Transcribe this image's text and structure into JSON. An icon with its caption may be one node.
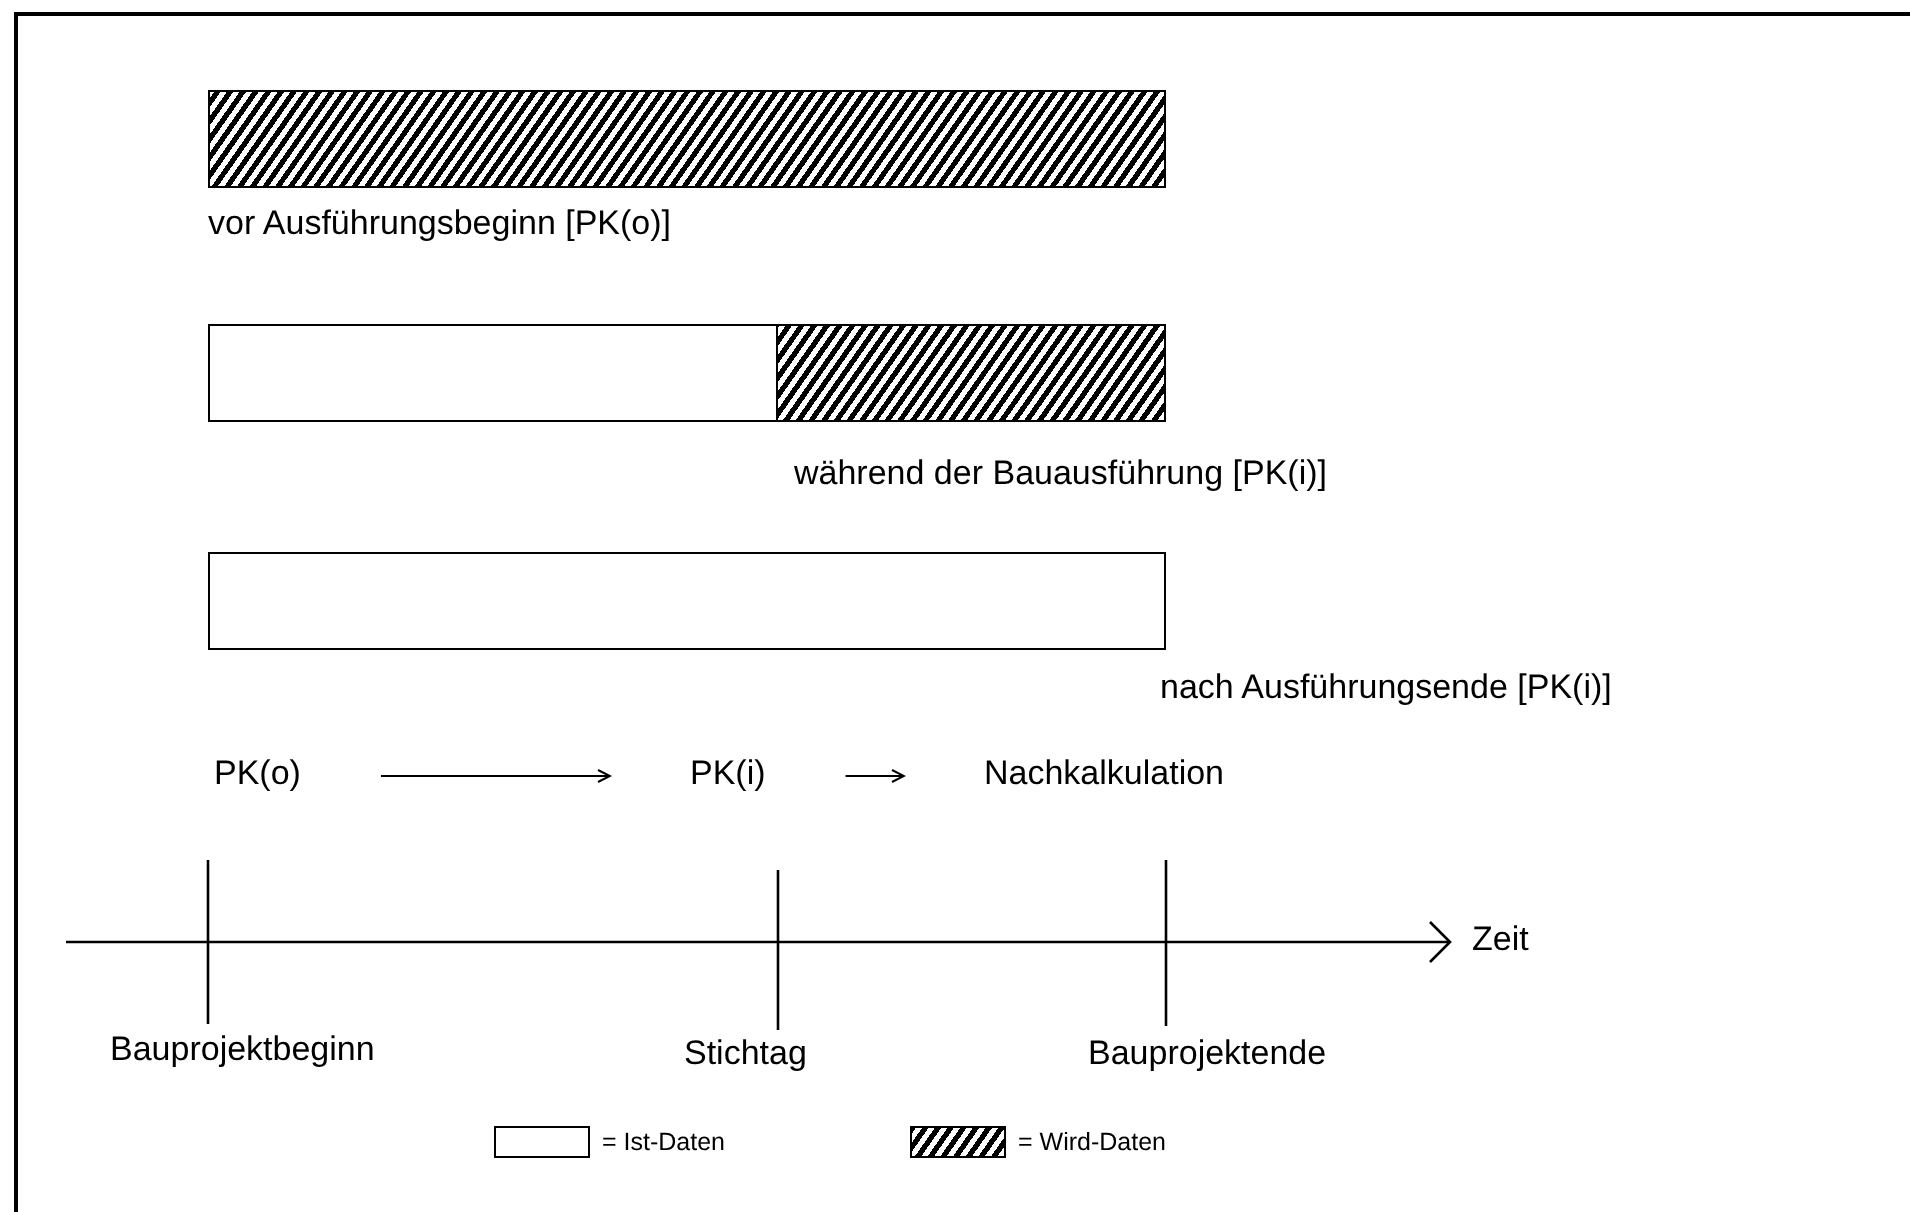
{
  "diagram": {
    "nodes": [
      {
        "text": [],
        "shape": "bar",
        "beside": [
          "vor Ausführungsbeginn [PK(o)]"
        ]
      },
      {
        "text": [],
        "shape": "bar",
        "beside": [
          "während der Bauausführung [PK(i)]"
        ]
      },
      {
        "text": [],
        "shape": "bar",
        "beside": [
          "nach Ausführungsende [PK(i)]"
        ]
      },
      {
        "text": [
          "PK(o)"
        ]
      },
      {
        "text": [
          "PK(i)"
        ]
      },
      {
        "text": [
          "Nachkalkulation"
        ]
      }
    ],
    "edges": [
      {
        "from": 3,
        "to": 4,
        "arrow": "to"
      },
      {
        "from": 4,
        "to": 5,
        "arrow": "to"
      }
    ],
    "labels": [
      "Zeit",
      "Bauprojektbeginn",
      "Stichtag",
      "Bauprojektende"
    ],
    "legend": [
      {
        "text": "= Ist-Daten",
        "color": "#ffffff"
      },
      {
        "text": "= Wird-Daten"
      }
    ]
  }
}
